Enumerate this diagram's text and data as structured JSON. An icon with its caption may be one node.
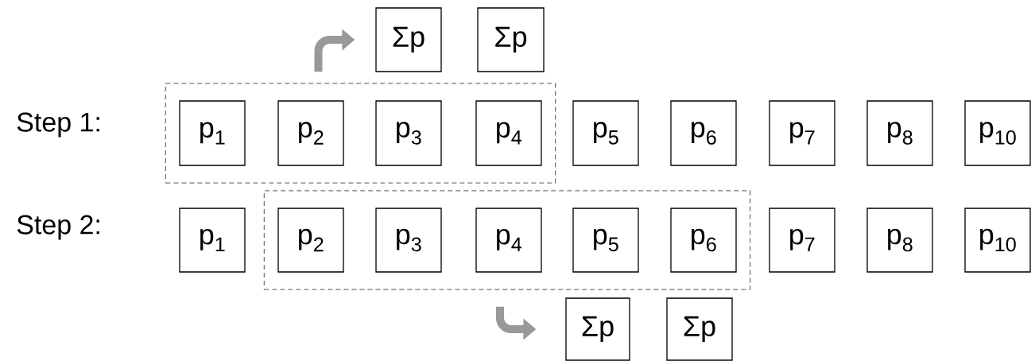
{
  "diagram": {
    "nodes": [
      {
        "text": [
          "Σp"
        ]
      },
      {
        "text": [
          "Σp"
        ]
      },
      {
        "text": [],
        "shape": "box"
      },
      {
        "text": [
          "p$_{1}$"
        ],
        "in": 2
      },
      {
        "text": [
          "p$_{2}$"
        ],
        "in": 2
      },
      {
        "text": [
          "p$_{3}$"
        ],
        "in": 2
      },
      {
        "text": [
          "p$_{4}$"
        ],
        "in": 2
      },
      {
        "text": [
          "p$_{5}$"
        ]
      },
      {
        "text": [
          "p$_{6}$"
        ]
      },
      {
        "text": [
          "p$_{7}$"
        ]
      },
      {
        "text": [
          "p$_{8}$"
        ]
      },
      {
        "text": [
          "p$_{10}$"
        ]
      },
      {
        "text": [
          "p$_{1}$"
        ]
      },
      {
        "text": [],
        "shape": "box"
      },
      {
        "text": [
          "p$_{2}$"
        ],
        "in": 13
      },
      {
        "text": [
          "p$_{3}$"
        ],
        "in": 13
      },
      {
        "text": [
          "p$_{4}$"
        ],
        "in": 13
      },
      {
        "text": [
          "p$_{5}$"
        ],
        "in": 13
      },
      {
        "text": [
          "p$_{6}$"
        ],
        "in": 13
      },
      {
        "text": [
          "p$_{7}$"
        ]
      },
      {
        "text": [
          "p$_{8}$"
        ]
      },
      {
        "text": [
          "p$_{10}$"
        ]
      },
      {
        "text": [
          "Σp"
        ]
      },
      {
        "text": [
          "Σp"
        ]
      }
    ],
    "edges": [
      {
        "from": 2,
        "to": 0,
        "arrow": "to"
      },
      {
        "from": 13,
        "to": 22,
        "arrow": "to"
      }
    ],
    "labels": [
      "Step 1:",
      "Step 2:"
    ]
  }
}
